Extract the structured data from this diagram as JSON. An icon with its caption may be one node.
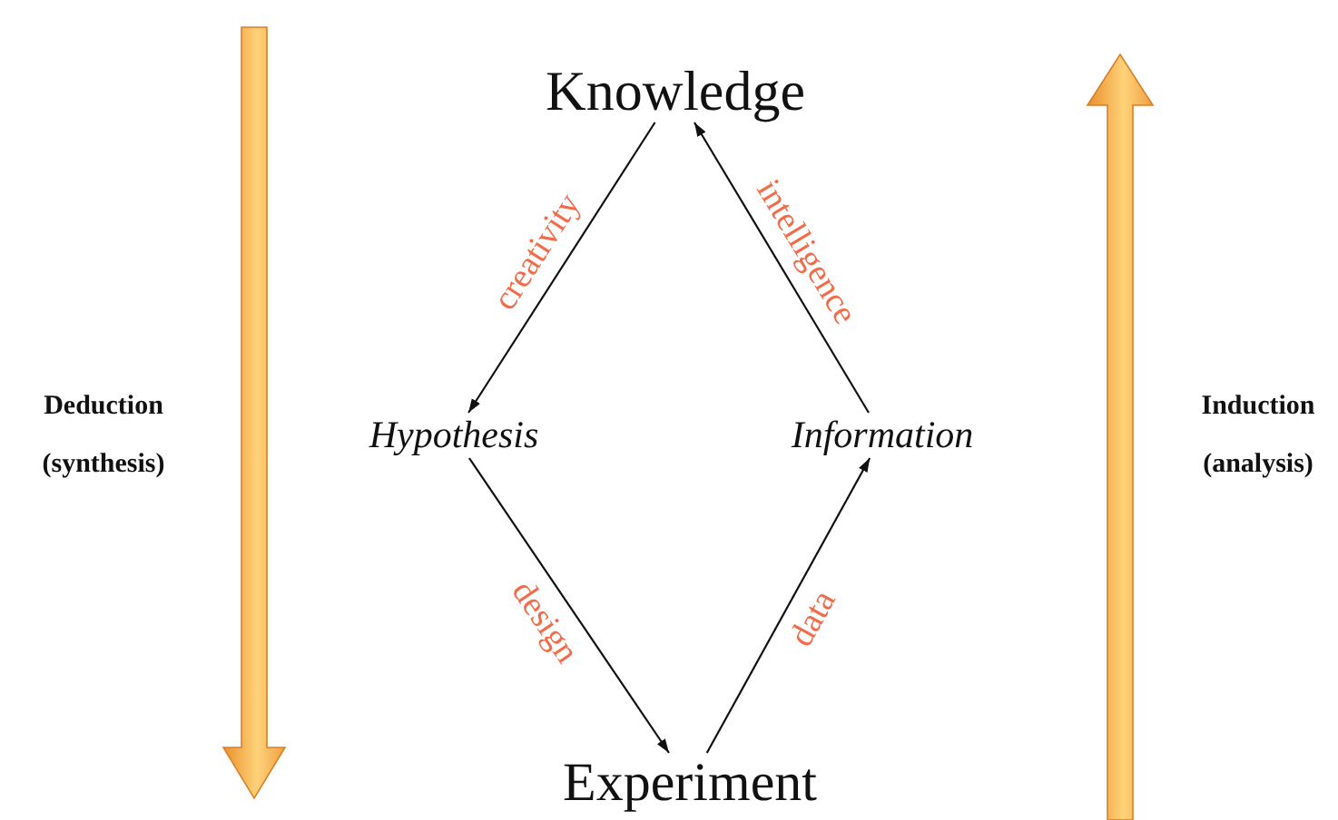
{
  "diagram": {
    "nodes": [
      {
        "text": [
          "Knowledge"
        ]
      },
      {
        "text": [
          "Hypothesis"
        ]
      },
      {
        "text": [
          "Information"
        ]
      },
      {
        "text": [
          "Experiment"
        ]
      }
    ],
    "edges": [
      {
        "from": 0,
        "to": 1,
        "arrow": "to",
        "label": "creativity"
      },
      {
        "from": 1,
        "to": 3,
        "arrow": "to",
        "label": "design"
      },
      {
        "from": 3,
        "to": 2,
        "arrow": "to",
        "label": "data"
      },
      {
        "from": 2,
        "to": 0,
        "arrow": "to",
        "label": "intelligence"
      }
    ],
    "labels": [
      "Deduction (synthesis)",
      "Induction (analysis)"
    ]
  }
}
